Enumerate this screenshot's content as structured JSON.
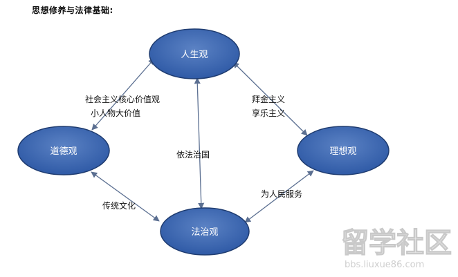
{
  "title": "思想修养与法律基础:",
  "colors": {
    "node_fill": "#2f5aa6",
    "node_fill_light": "#5b82c4",
    "node_stroke": "#1f3c70",
    "arrow": "#5b6f91"
  },
  "nodes": {
    "life": "人生观",
    "moral": "道德观",
    "ideal": "理想观",
    "law": "法治观"
  },
  "edge_labels": {
    "life_moral_1": "社会主义核心价值观",
    "life_moral_2": "小人物大价值",
    "life_ideal_1": "拜金主义",
    "life_ideal_2": "享乐主义",
    "life_law": "依法治国",
    "moral_law": "传统文化",
    "ideal_law": "为人民服务"
  },
  "watermark": {
    "main": "留学社区",
    "sub": "bbs.liuxue86.com"
  }
}
